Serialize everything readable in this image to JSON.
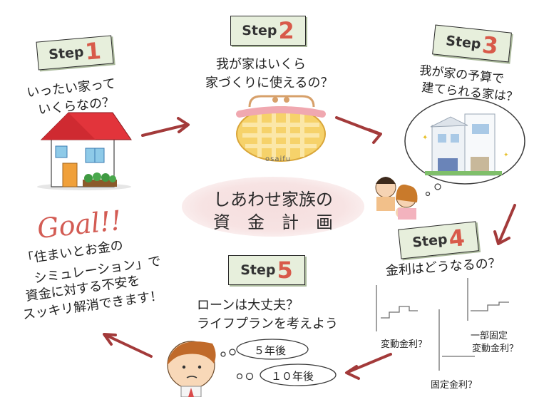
{
  "steps": [
    {
      "word": "Step",
      "number": "1",
      "caption_lines": [
        "いったい家って",
        "いくらなの？"
      ]
    },
    {
      "word": "Step",
      "number": "2",
      "caption_lines": [
        "我が家はいくら",
        "家づくりに使えるの？"
      ],
      "image_label": "osaifu"
    },
    {
      "word": "Step",
      "number": "3",
      "caption_lines": [
        "我が家の予算で",
        "建てられる家は？"
      ]
    },
    {
      "word": "Step",
      "number": "4",
      "caption_lines": [
        "金利はどうなるの？"
      ]
    },
    {
      "word": "Step",
      "number": "5",
      "caption_lines": [
        "ローンは大丈夫？",
        "ライフプランを考えよう"
      ]
    }
  ],
  "center_title": {
    "line1": "しあわせ家族の",
    "line2": "資　金　計　画"
  },
  "goal": {
    "heading": "Goal!!",
    "lines": [
      "「住まいとお金の",
      "シミュレーション」で",
      "資金に対する不安を",
      "スッキリ解消できます！"
    ]
  },
  "rate_graphs": {
    "variable": "変動金利？",
    "hybrid_lines": [
      "一部固定",
      "変動金利？"
    ],
    "fixed": "固定金利？"
  },
  "thoughts": {
    "five_years": "５年後",
    "ten_years": "１０年後"
  },
  "colors": {
    "accent_red": "#d85a4a",
    "arrow": "#a33a3a",
    "label_bg": "#e7efdc",
    "title_blush": "#f5dede",
    "roof": "#e2343b",
    "purse": "#f6d26a"
  }
}
